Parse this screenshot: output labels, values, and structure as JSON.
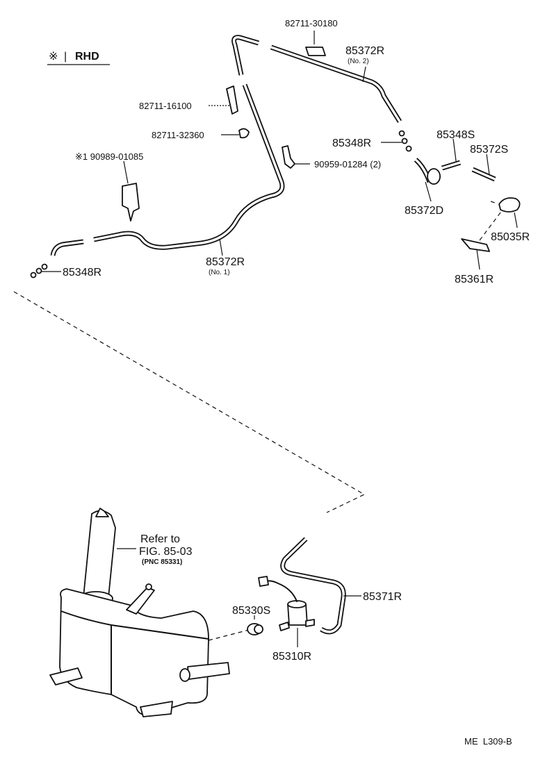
{
  "legend": {
    "marker": "※",
    "bar": "|",
    "text": "RHD"
  },
  "labels": {
    "p_82711_30180": "82711-30180",
    "p_85372R_no2": "85372R",
    "p_85372R_no2_sub": "(No. 2)",
    "p_82711_16100": "82711-16100",
    "p_82711_32360": "82711-32360",
    "p_85348R_top": "85348R",
    "p_85348S": "85348S",
    "p_85372S": "85372S",
    "p_90989_01085": "※1 90989-01085",
    "p_90959_01284": "90959-01284 (2)",
    "p_85372D": "85372D",
    "p_85035R": "85035R",
    "p_85361R": "85361R",
    "p_85348R_left": "85348R",
    "p_85372R_no1": "85372R",
    "p_85372R_no1_sub": "(No. 1)",
    "refer_line1": "Refer to",
    "refer_line2": "FIG. 85-03",
    "refer_line3": "(PNC 85331)",
    "p_85371R": "85371R",
    "p_85330S": "85330S",
    "p_85310R": "85310R"
  },
  "footer": {
    "code": "ME  L309-B"
  }
}
